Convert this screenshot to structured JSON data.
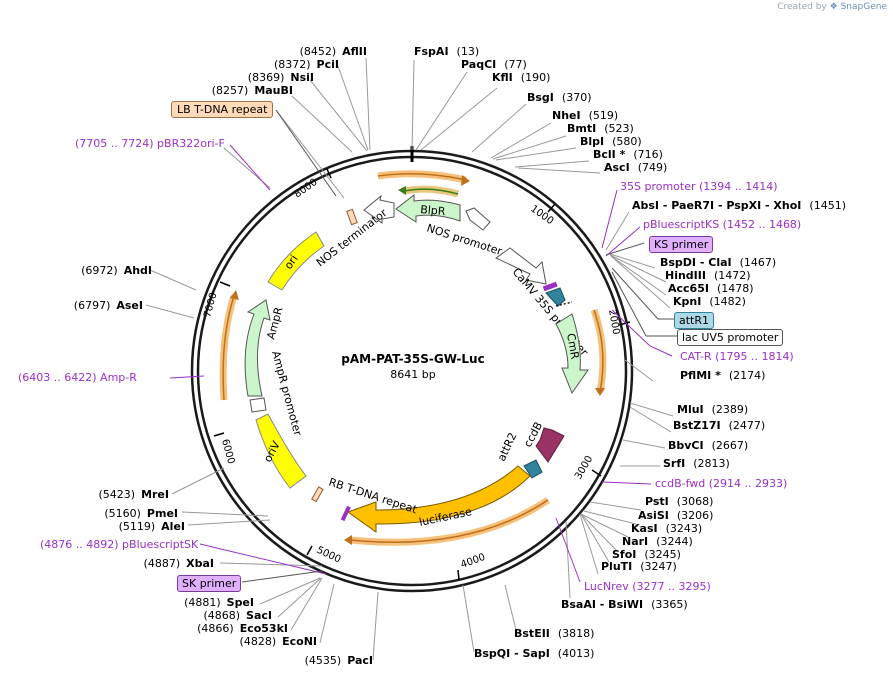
{
  "header": {
    "credit": "Created by",
    "brand": "SnapGene"
  },
  "plasmid": {
    "name": "pAM-PAT-35S-GW-Luc",
    "size_label": "8641 bp",
    "length": 8641
  },
  "ticks": [
    "1000",
    "2000",
    "3000",
    "4000",
    "5000",
    "6000",
    "7000",
    "8000"
  ],
  "right_sites": [
    {
      "name": "FspAI",
      "pos": "(13)"
    },
    {
      "name": "PaqCI",
      "pos": "(77)"
    },
    {
      "name": "KflI",
      "pos": "(190)"
    },
    {
      "name": "BsgI",
      "pos": "(370)"
    },
    {
      "name": "NheI",
      "pos": "(519)"
    },
    {
      "name": "BmtI",
      "pos": "(523)"
    },
    {
      "name": "BlpI",
      "pos": "(580)"
    },
    {
      "name": "BclI *",
      "pos": "(716)"
    },
    {
      "name": "AscI",
      "pos": "(749)"
    },
    {
      "name": "AbsI  -  PaeR7I  -  PspXI  -  XhoI",
      "pos": "(1451)"
    },
    {
      "name": "BspDI  -  ClaI",
      "pos": "(1467)"
    },
    {
      "name": "HindIII",
      "pos": "(1472)"
    },
    {
      "name": "Acc65I",
      "pos": "(1478)"
    },
    {
      "name": "KpnI",
      "pos": "(1482)"
    },
    {
      "name": "PflMI *",
      "pos": "(2174)"
    },
    {
      "name": "MluI",
      "pos": "(2389)"
    },
    {
      "name": "BstZ17I",
      "pos": "(2477)"
    },
    {
      "name": "BbvCI",
      "pos": "(2667)"
    },
    {
      "name": "SrfI",
      "pos": "(2813)"
    },
    {
      "name": "PstI",
      "pos": "(3068)"
    },
    {
      "name": "AsiSI",
      "pos": "(3206)"
    },
    {
      "name": "KasI",
      "pos": "(3243)"
    },
    {
      "name": "NarI",
      "pos": "(3244)"
    },
    {
      "name": "SfoI",
      "pos": "(3245)"
    },
    {
      "name": "PluTI",
      "pos": "(3247)"
    },
    {
      "name": "BsaAI  -  BsiWI",
      "pos": "(3365)"
    },
    {
      "name": "BstEII",
      "pos": "(3818)"
    },
    {
      "name": "BspQI  -  SapI",
      "pos": "(4013)"
    }
  ],
  "left_sites": [
    {
      "name": "AflII",
      "pos": "(8452)"
    },
    {
      "name": "PciI",
      "pos": "(8372)"
    },
    {
      "name": "NsiI",
      "pos": "(8369)"
    },
    {
      "name": "MauBI",
      "pos": "(8257)"
    },
    {
      "name": "AhdI",
      "pos": "(6972)"
    },
    {
      "name": "AseI",
      "pos": "(6797)"
    },
    {
      "name": "MreI",
      "pos": "(5423)"
    },
    {
      "name": "PmeI",
      "pos": "(5160)"
    },
    {
      "name": "AleI",
      "pos": "(5119)"
    },
    {
      "name": "XbaI",
      "pos": "(4887)"
    },
    {
      "name": "SpeI",
      "pos": "(4881)"
    },
    {
      "name": "SacI",
      "pos": "(4868)"
    },
    {
      "name": "Eco53kI",
      "pos": "(4866)"
    },
    {
      "name": "EcoNI",
      "pos": "(4828)"
    },
    {
      "name": "PacI",
      "pos": "(4535)"
    }
  ],
  "primers": [
    {
      "name": "pBR322ori-F",
      "range": "(7705 .. 7724)"
    },
    {
      "name": "35S promoter",
      "range": "(1394 .. 1414)"
    },
    {
      "name": "pBluescriptKS",
      "range": "(1452 .. 1468)"
    },
    {
      "name": "CAT-R",
      "range": "(1795 .. 1814)"
    },
    {
      "name": "ccdB-fwd",
      "range": "(2914 .. 2933)"
    },
    {
      "name": "LucNrev",
      "range": "(3277 .. 3295)"
    },
    {
      "name": "pBluescriptSK",
      "range": "(4876 .. 4892)"
    },
    {
      "name": "Amp-R",
      "range": "(6403 .. 6422)"
    }
  ],
  "boxed_labels": {
    "lb": "LB T-DNA repeat",
    "ks": "KS primer",
    "attr1": "attR1",
    "uv5": "lac UV5 promoter",
    "sk": "SK primer"
  },
  "features": {
    "blpr": "BlpR",
    "nos_promoter": "NOS promoter",
    "nos_terminator": "NOS terminator",
    "camv": "CaMV 35S promoter",
    "cmr": "CmR",
    "ccdb": "ccdB",
    "attr2": "attR2",
    "luciferase": "luciferase",
    "rb": "RB T-DNA repeat",
    "oriv": "oriV",
    "ampr_promoter": "AmpR promoter",
    "ampr": "AmpR",
    "ori": "ori"
  },
  "colors": {
    "ring": "#1a1a1a",
    "blpr": "#ccf5cc",
    "cmr": "#ccf5cc",
    "ampr": "#ccf5cc",
    "luciferase": "#ffc000",
    "ori": "#ffff00",
    "ccdb": "#993366",
    "attr": "#31849b",
    "primer": "#9a2fc7",
    "tdna": "#ffdab9",
    "ks_box": "#e0b0ff",
    "attr_box": "#add8e6"
  }
}
